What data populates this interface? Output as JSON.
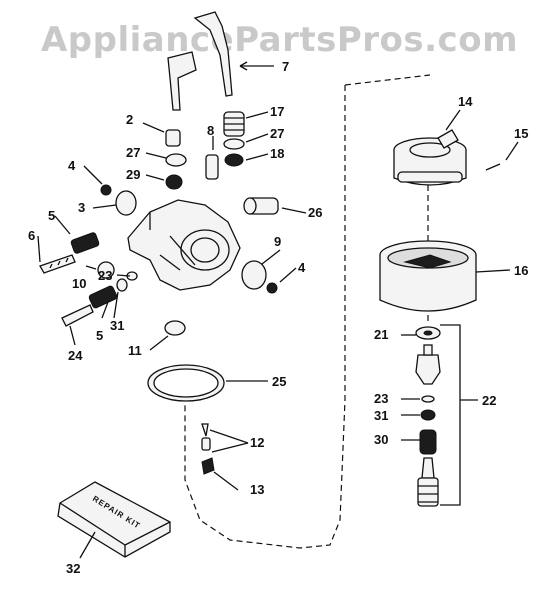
{
  "watermark": "AppliancePartsPros.com",
  "callouts": [
    "7",
    "2",
    "8",
    "17",
    "27",
    "27",
    "18",
    "4",
    "29",
    "3",
    "26",
    "5",
    "6",
    "9",
    "4",
    "23",
    "10",
    "5",
    "31",
    "24",
    "11",
    "25",
    "12",
    "13",
    "32",
    "14",
    "15",
    "16",
    "21",
    "22",
    "23",
    "31",
    "30"
  ],
  "repair_kit_label": "REPAIR KIT"
}
